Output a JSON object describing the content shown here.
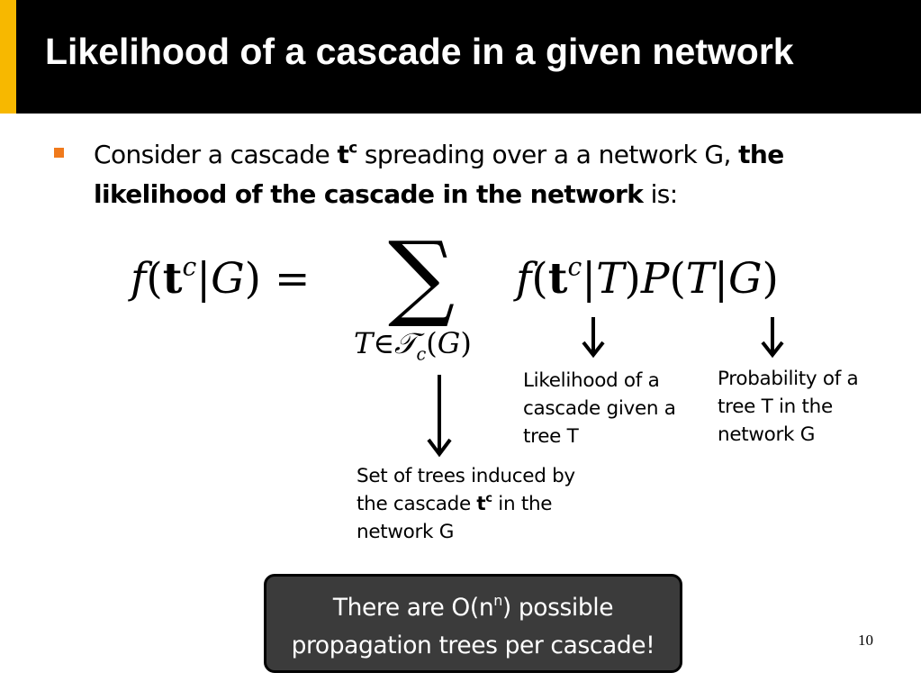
{
  "slide": {
    "title": "Likelihood of a cascade in a given network",
    "number": "10"
  },
  "bullet": {
    "p1": "Consider a cascade ",
    "t": "t",
    "c": "c",
    "p2": " spreading over a a network G, ",
    "bold": "the likelihood of the cascade in the network",
    "p3": " is:"
  },
  "formula": {
    "lhs_f": "f",
    "lhs_t": "t",
    "lhs_c": "c",
    "lhs_G": "G",
    "equals": " = ",
    "sum": "∑",
    "sub_T": "T",
    "sub_in": "∈",
    "sub_calT": "𝒯",
    "sub_c": "c",
    "sub_G": "G",
    "rhs_f": "f",
    "rhs_t": "t",
    "rhs_c": "c",
    "rhs_T": "T",
    "rhs_P": "P",
    "rhs_T2": "T",
    "rhs_G": "G"
  },
  "annotations": {
    "likelihood": "Likelihood of a cascade given a tree T",
    "probability": "Probability of a tree T in the network G",
    "set_p1": "Set of trees induced by the cascade ",
    "set_t": "t",
    "set_c": "c",
    "set_p2": " in the network G"
  },
  "callout": {
    "p1": "There are O(n",
    "sup": "n",
    "p2": ") possible propagation trees per cascade!"
  },
  "colors": {
    "title_bar": "#000000",
    "title_accent": "#f7b800",
    "bullet": "#f07a1c",
    "callout_bg": "#3b3b3b"
  }
}
